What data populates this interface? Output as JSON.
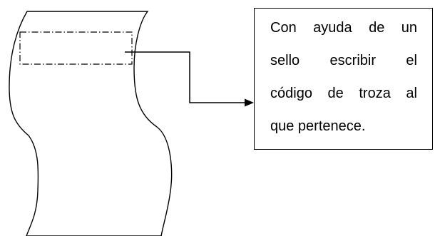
{
  "note": {
    "lines": [
      "Con ayuda de un",
      "sello escribir el",
      "código de troza al",
      "que pertenece."
    ]
  },
  "colors": {
    "stroke": "#000000",
    "background": "#ffffff"
  },
  "icons": {
    "sheet": "curled-paper-sheet-icon",
    "stamp_area": "dash-dot-rectangle",
    "arrow": "elbow-arrow-icon"
  }
}
